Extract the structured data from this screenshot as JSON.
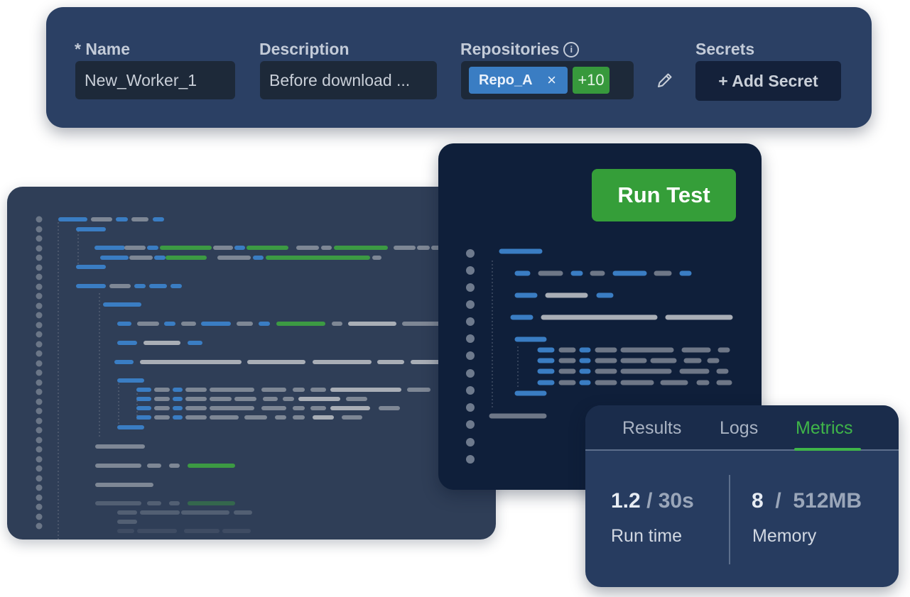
{
  "form": {
    "name_label": "* Name",
    "name_value": "New_Worker_1",
    "description_label": "Description",
    "description_value": "Before download ...",
    "repositories_label": "Repositories",
    "info_glyph": "i",
    "repo_chip": "Repo_A",
    "repo_chip_close": "×",
    "repo_more": "+10",
    "secrets_label": "Secrets",
    "add_secret": "+ Add Secret",
    "edit_icon": "pencil-icon"
  },
  "test": {
    "run_label": "Run Test"
  },
  "results": {
    "tabs": [
      {
        "label": "Results",
        "active": false
      },
      {
        "label": "Logs",
        "active": false
      },
      {
        "label": "Metrics",
        "active": true
      }
    ],
    "run_time": {
      "value": "1.2",
      "separator": "/",
      "total": "30s",
      "label": "Run time"
    },
    "memory": {
      "value": "8",
      "separator": "/",
      "total": "512MB",
      "label": "Memory"
    }
  },
  "colors": {
    "accent_green": "#359e39",
    "tab_active": "#3fb549",
    "code_blue": "#3a7dc3",
    "code_gray": "#7e8795",
    "code_light": "#a9aeb6",
    "code_green": "#3c9a43"
  }
}
